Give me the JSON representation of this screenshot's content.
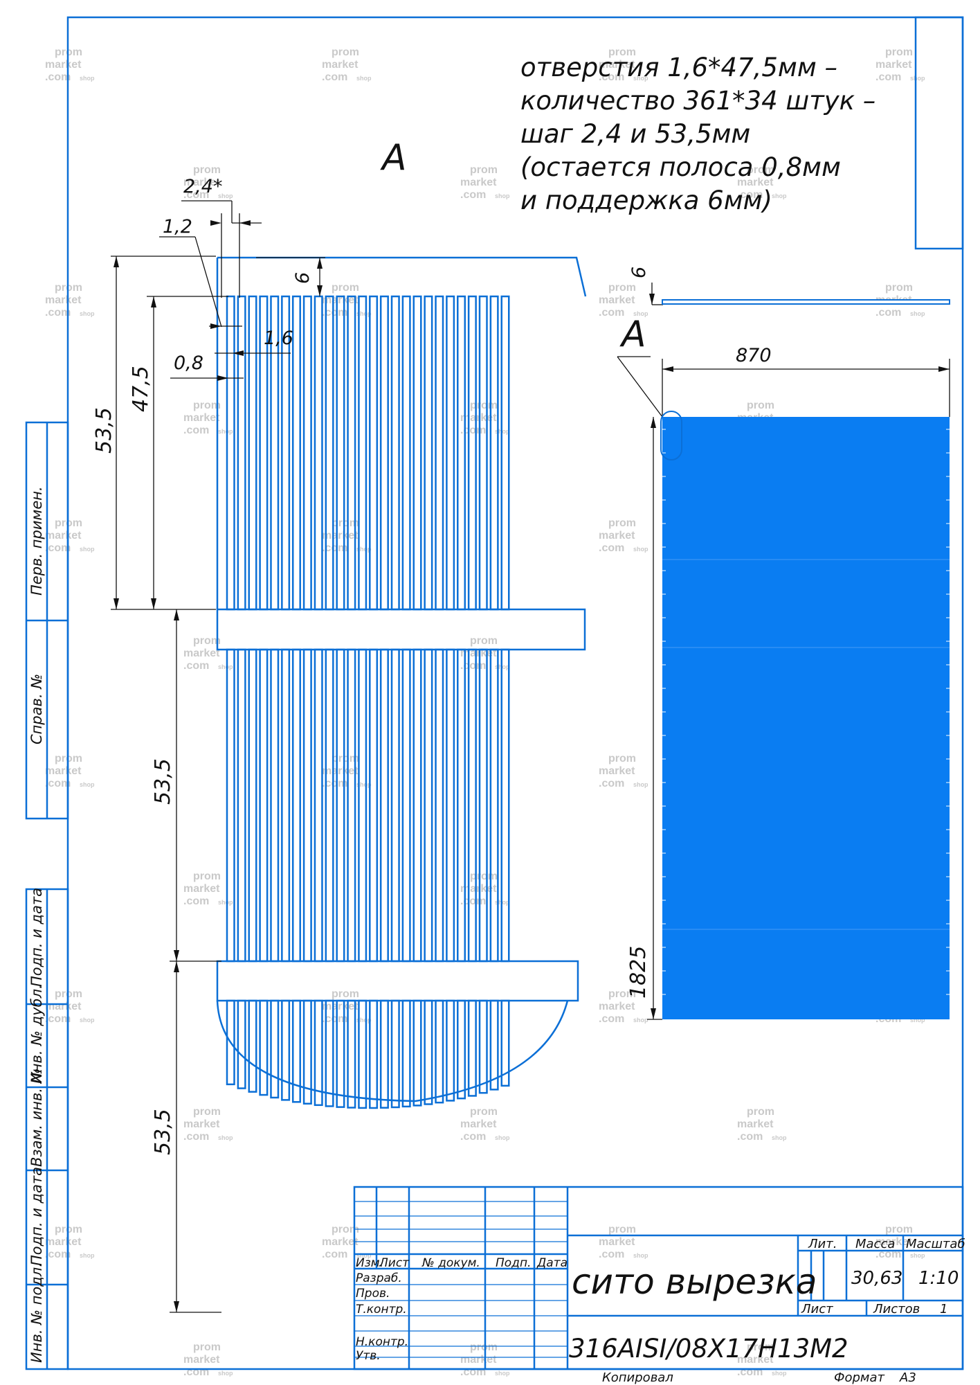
{
  "note": {
    "lines": [
      "отверстия 1,6*47,5мм –",
      "количество 361*34 штук –",
      "шаг 2,4 и 53,5мм",
      "(остается полоса 0,8мм",
      "и  поддержка 6мм)"
    ]
  },
  "view": {
    "label_detail": "А",
    "label_main": "А"
  },
  "dims": {
    "d_24": "2,4*",
    "d_12": "1,2",
    "d_6_top": "6",
    "d_16": "1,6",
    "d_08": "0,8",
    "d_475": "47,5",
    "d_535_outer": "53,5",
    "d_535_mid": "53,5",
    "d_535_low": "53,5",
    "d_6_side": "6",
    "d_870": "870",
    "d_1825": "1825"
  },
  "side_stamps": {
    "perv": "Перв. примен.",
    "sprav": "Справ. №",
    "podp1": "Подп. и дата",
    "inv_dubl": "Инв. № дубл.",
    "vzam": "Взам. инв. №",
    "podp2": "Подп. и дата",
    "inv_podl": "Инв. № подл."
  },
  "title_block": {
    "col_izm": "Изм.",
    "col_list": "Лист",
    "col_dokum": "№ докум.",
    "col_podp": "Подп.",
    "col_data": "Дата",
    "razrab": "Разраб.",
    "prov": "Пров.",
    "tkontr": "Т.контр.",
    "nkontr": "Н.контр.",
    "utv": "Утв.",
    "name": "сито вырезка",
    "material": "316AISI/08X17H13M2",
    "lit": "Лит.",
    "massa": "Масса",
    "masshtab": "Масштаб",
    "massa_value": "30,63",
    "masshtab_value": "1:10",
    "list": "Лист",
    "listov": "Листов",
    "listov_value": "1",
    "kopiroval": "Копировал",
    "format": "Формат",
    "format_value": "А3"
  },
  "watermark": {
    "line1": "prom",
    "line2": "market",
    "line3": ".com",
    "line4": "shop"
  },
  "colors": {
    "line": "#0b6fd6",
    "fill": "#0a7df2"
  }
}
